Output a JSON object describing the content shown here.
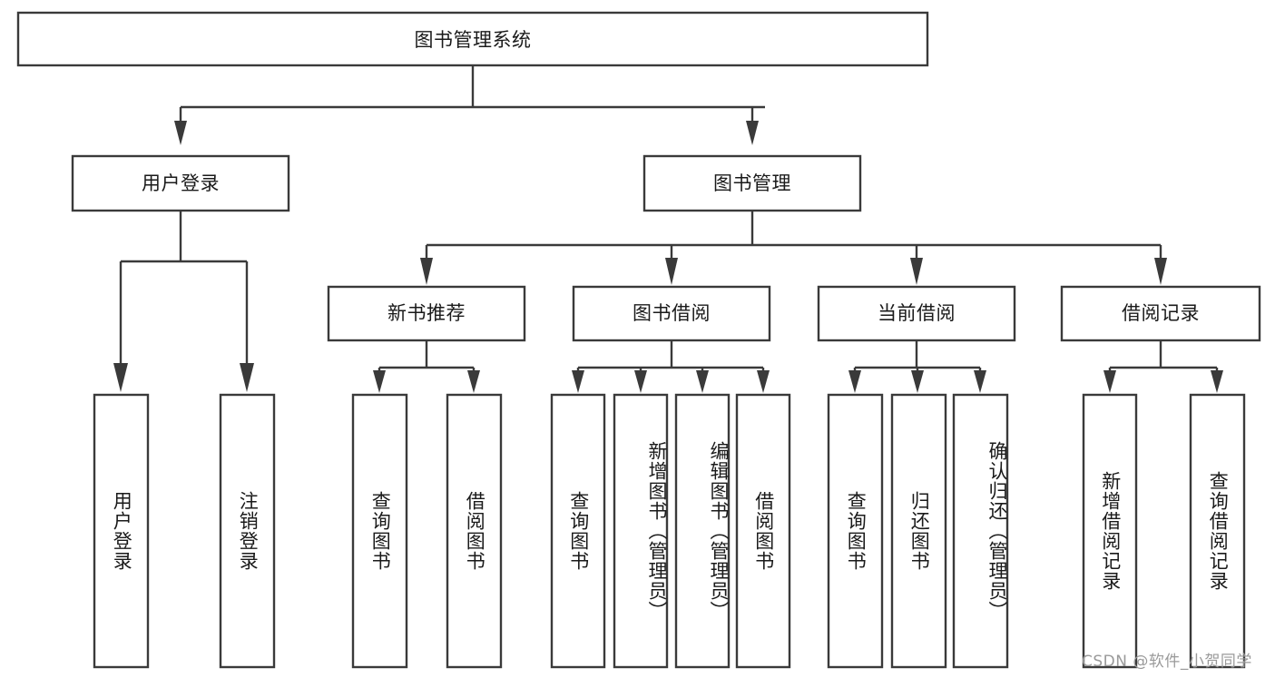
{
  "diagram": {
    "type": "tree-hierarchy-chart",
    "title_text": "图书管理系统",
    "orientation": "top-down",
    "background_color": "#ffffff",
    "box_stroke_color": "#3a3a3a",
    "text_color": "#1a1a1a",
    "root": {
      "id": "root",
      "label": "图书管理系统",
      "orientation": "horizontal"
    },
    "level2": [
      {
        "id": "user-login",
        "label": "用户登录",
        "orientation": "horizontal"
      },
      {
        "id": "book-management",
        "label": "图书管理",
        "orientation": "horizontal"
      }
    ],
    "level3": [
      {
        "id": "new-book-recommend",
        "label": "新书推荐",
        "orientation": "horizontal",
        "parent": "book-management"
      },
      {
        "id": "book-borrow",
        "label": "图书借阅",
        "orientation": "horizontal",
        "parent": "book-management"
      },
      {
        "id": "current-borrow",
        "label": "当前借阅",
        "orientation": "horizontal",
        "parent": "book-management"
      },
      {
        "id": "borrow-record",
        "label": "借阅记录",
        "orientation": "horizontal",
        "parent": "book-management"
      }
    ],
    "leaves": {
      "user_login": [
        {
          "id": "leaf-user-login",
          "label": "用户登录",
          "orientation": "vertical"
        },
        {
          "id": "leaf-user-logout",
          "label": "注销登录",
          "orientation": "vertical"
        }
      ],
      "new_book_recommend": [
        {
          "id": "leaf-query-book-1",
          "label": "查询图书",
          "orientation": "vertical"
        },
        {
          "id": "leaf-borrow-book-1",
          "label": "借阅图书",
          "orientation": "vertical"
        }
      ],
      "book_borrow": [
        {
          "id": "leaf-query-book-2",
          "label": "查询图书",
          "orientation": "vertical"
        },
        {
          "id": "leaf-add-book",
          "label": "新增图书（管理员）",
          "orientation": "vertical"
        },
        {
          "id": "leaf-edit-book",
          "label": "编辑图书（管理员）",
          "orientation": "vertical"
        },
        {
          "id": "leaf-borrow-book-2",
          "label": "借阅图书",
          "orientation": "vertical"
        }
      ],
      "current_borrow": [
        {
          "id": "leaf-query-book-3",
          "label": "查询图书",
          "orientation": "vertical"
        },
        {
          "id": "leaf-return-book",
          "label": "归还图书",
          "orientation": "vertical"
        },
        {
          "id": "leaf-confirm-return",
          "label": "确认归还（管理员）",
          "orientation": "vertical"
        }
      ],
      "borrow_record": [
        {
          "id": "leaf-add-record",
          "label": "新增借阅记录",
          "orientation": "vertical"
        },
        {
          "id": "leaf-query-record",
          "label": "查询借阅记录",
          "orientation": "vertical"
        }
      ]
    }
  },
  "watermark": {
    "text": "CSDN @软件_小贺同学",
    "color": "#9a9a9a"
  }
}
